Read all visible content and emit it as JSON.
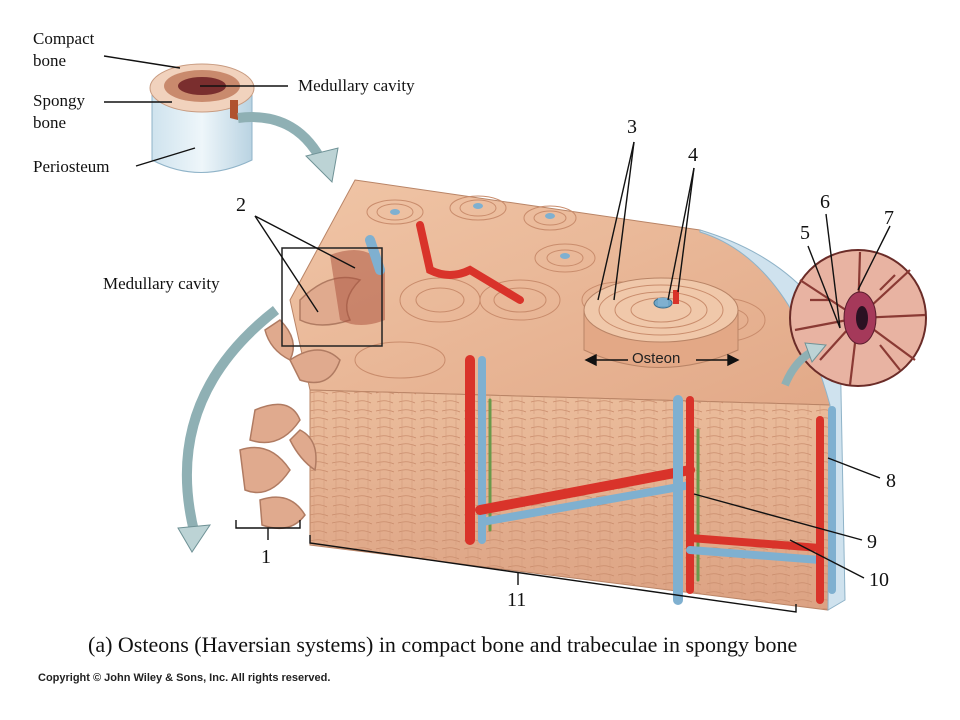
{
  "labels": {
    "compact_bone": "Compact bone",
    "spongy_bone": "Spongy bone",
    "periosteum": "Periosteum",
    "medullary_cavity_top": "Medullary cavity",
    "medullary_cavity_side": "Medullary cavity",
    "osteon": "Osteon"
  },
  "numbers": [
    "1",
    "2",
    "3",
    "4",
    "5",
    "6",
    "7",
    "8",
    "9",
    "10",
    "11"
  ],
  "caption": "(a) Osteons (Haversian systems) in compact bone and trabeculae in spongy bone",
  "copyright": "Copyright © John Wiley & Sons, Inc. All rights reserved.",
  "colors": {
    "bone": "#e9b796",
    "bone_dark": "#c98c6c",
    "artery": "#d9332a",
    "vein": "#7fb0d0",
    "nerve": "#6a9a4a",
    "periosteum": "#cfe2ee"
  }
}
